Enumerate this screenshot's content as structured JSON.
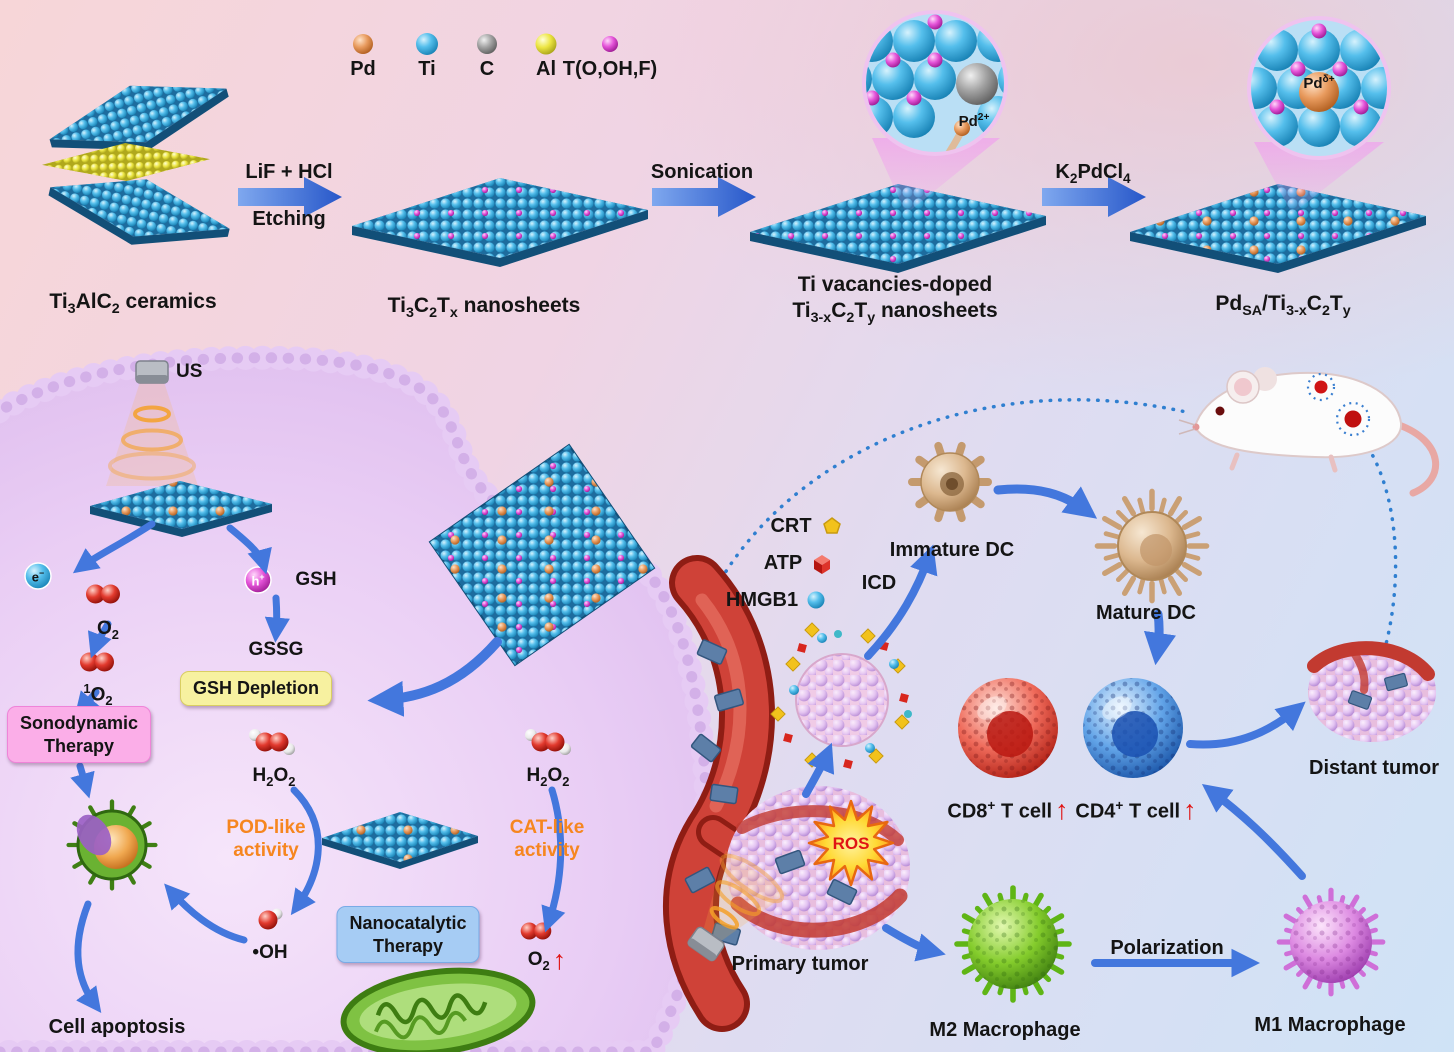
{
  "title": "Pd single-atom MXene synthesis and sonodynamic nanocatalytic immunotherapy schematic",
  "legend": {
    "items": [
      {
        "label": "Pd",
        "color": "#e08a4e"
      },
      {
        "label": "Ti",
        "color": "#45b6e6"
      },
      {
        "label": "C",
        "color": "#9b9b9b"
      },
      {
        "label": "Al",
        "color": "#e8e34d"
      },
      {
        "label": "T(O,OH,F)",
        "color": "#e046d8"
      }
    ]
  },
  "synthesis": {
    "material1": "Ti<sub>3</sub>AlC<sub>2</sub> ceramics",
    "arrow1_top": "LiF + HCl",
    "arrow1_bottom": "Etching",
    "material2": "Ti<sub>3</sub>C<sub>2</sub>T<sub>x</sub> nanosheets",
    "arrow2": "Sonication",
    "material3_line1": "Ti vacancies-doped",
    "material3_line2": "Ti<sub>3-x</sub>C<sub>2</sub>T<sub>y</sub> nanosheets",
    "arrow3": "K<sub>2</sub>PdCl<sub>4</sub>",
    "material4": "Pd<sub>SA</sub>/Ti<sub>3-x</sub>C<sub>2</sub>T<sub>y</sub>",
    "inset1_label": "Pd<sup>2+</sup>",
    "inset2_label": "Pd<sup>δ+</sup>"
  },
  "cell": {
    "us": "US",
    "electron": "e<sup>−</sup>",
    "o2": "O<sub>2</sub>",
    "singlet_o2": "<sup>1</sup>O<sub>2</sub>",
    "sdt_line1": "Sonodynamic",
    "sdt_line2": "Therapy",
    "hole": "h<sup>+</sup>",
    "gsh": "GSH",
    "gssg": "GSSG",
    "gsh_box": "GSH Depletion",
    "h2o2": "H<sub>2</sub>O<sub>2</sub>",
    "pod_line1": "POD-like",
    "pod_line2": "activity",
    "cat_line1": "CAT-like",
    "cat_line2": "activity",
    "oh": "•OH",
    "nct_line1": "Nanocatalytic",
    "nct_line2": "Therapy",
    "up_arrow": "↑",
    "apoptosis": "Cell apoptosis"
  },
  "immune": {
    "crt": "CRT",
    "atp": "ATP",
    "hmgb1": "HMGB1",
    "icd": "ICD",
    "immature_dc": "Immature DC",
    "mature_dc": "Mature DC",
    "cd8": "CD8<sup>+</sup> T cell",
    "cd4": "CD4<sup>+</sup> T cell",
    "up_arrow": "↑",
    "distant_tumor": "Distant tumor",
    "ros": "ROS",
    "primary_tumor": "Primary tumor",
    "m2": "M2 Macrophage",
    "polarization": "Polarization",
    "m1": "M1 Macrophage"
  },
  "colors": {
    "arrow_blue": "#4377dd",
    "orange_activity_text": "#f6861f",
    "sdt_box_bg": "#fbaee8",
    "gsh_box_bg": "#f7f1a0",
    "nct_box_bg": "#a6ccf4",
    "ros_text": "#e01414",
    "vessel_red": "#cf4238",
    "membrane_lavender": "#e6cbf4",
    "m2_green": "#84cc2c",
    "m1_violet": "#dd8ae2"
  }
}
